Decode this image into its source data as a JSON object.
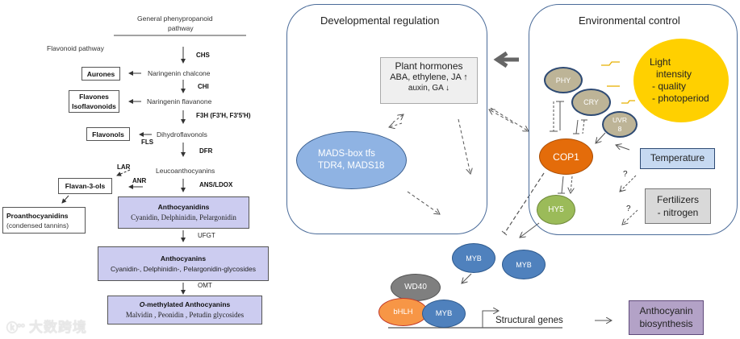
{
  "left_pathway": {
    "header_line1": "General phenypropanoid",
    "header_line2": "pathway",
    "section_label": "Flavonoid pathway",
    "enzymes": {
      "chs": "CHS",
      "chi": "CHI",
      "f3h": "F3H (F3'H, F3'5'H)",
      "fls": "FLS",
      "dfr": "DFR",
      "lar": "LAR",
      "anr": "ANR",
      "ans": "ANS/LDOX",
      "ufgt": "UFGT",
      "omt": "OMT"
    },
    "intermediates": {
      "naringenin_chalcone": "Naringenin chalcone",
      "naringenin_flavanone": "Naringenin flavanone",
      "dihydroflavonols": "Dihydroflavonols",
      "leucoanthocyanins": "Leucoanthocyanins"
    },
    "side_products": {
      "aurones": "Aurones",
      "flavones_line1": "Flavones",
      "flavones_line2": "Isoflavonoids",
      "flavonols": "Flavonols",
      "flavan3ols": "Flavan-3-ols",
      "proanthocyanidins_line1": "Proanthocyanidins",
      "proanthocyanidins_line2": "(condensed tannins)"
    },
    "main_products": {
      "anthocyanidins_title": "Anthocyanidins",
      "anthocyanidins_sub": "Cyanidin, Delphinidin, Pelargonidin",
      "anthocyanins_title": "Anthocyanins",
      "anthocyanins_sub": "Cyanidin-, Delphinidin-, Pelargonidin-glycosides",
      "omethyl_prefix": "O",
      "omethyl_title": "-methylated Anthocyanins",
      "omethyl_sub": "Malvidin , Peonidin , Petudin glycosides"
    }
  },
  "developmental": {
    "title": "Developmental regulation",
    "hormones_line1": "Plant hormones",
    "hormones_line2": "ABA, ethylene, JA  ↑",
    "hormones_line3": "auxin, GA ↓",
    "mads_line1": "MADS-box tfs",
    "mads_line2": "TDR4, MADS18"
  },
  "environmental": {
    "title": "Environmental control",
    "light_line1": "Light",
    "light_line2": "intensity",
    "light_line3": "- quality",
    "light_line4": "- photoperiod",
    "phy": "PHY",
    "cry": "CRY",
    "uvr_line1": "UVR",
    "uvr_line2": "8",
    "cop1": "COP1",
    "hy5": "HY5",
    "temperature": "Temperature",
    "fertilizers_line1": "Fertilizers",
    "fertilizers_line2": "- nitrogen",
    "question1": "?",
    "question2": "?"
  },
  "complex": {
    "myb1": "MYB",
    "myb2": "MYB",
    "wd40": "WD40",
    "bhlh": "bHLH",
    "myb3": "MYB",
    "structural_genes": "Structural genes",
    "biosynthesis_line1": "Anthocyanin",
    "biosynthesis_line2": "biosynthesis"
  },
  "watermark": "大数跨境",
  "colors": {
    "panel_border": "#4a6b99",
    "purple_box": "#ccccf0",
    "mads_fill": "#8fb3e3",
    "photoreceptor_fill": "#bdb497",
    "light_fill": "#ffd000",
    "cop1_fill": "#e46c0a",
    "hy5_fill": "#9bbb59",
    "myb_fill": "#4f81bd",
    "wd40_fill": "#7f7f7f",
    "bhlh_fill": "#f79646",
    "temperature_fill": "#c6d9f1",
    "fertilizer_fill": "#d9d9d9",
    "biosynthesis_fill": "#b3a2c7"
  }
}
